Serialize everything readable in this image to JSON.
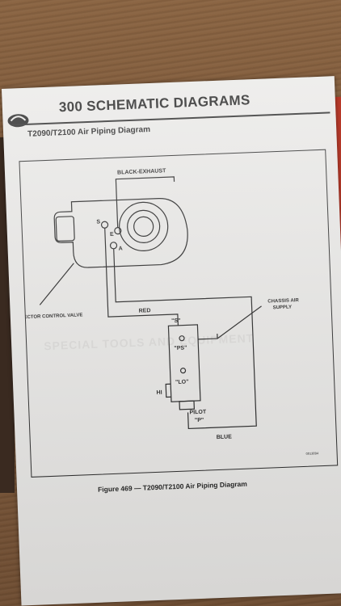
{
  "header": {
    "section_title": "300 SCHEMATIC DIAGRAMS",
    "diagram_title": "T2090/T2100 Air Piping Diagram"
  },
  "diagram": {
    "labels": {
      "black_exhaust": "BLACK-EXHAUST",
      "port_s": "S",
      "port_e": "E",
      "port_a": "A",
      "selector_valve": "SELECTOR CONTROL VALVE",
      "red": "RED",
      "s_port": "\"S\"",
      "ps_port": "\"PS\"",
      "lo_port": "\"LO\"",
      "hi": "HI",
      "pilot": "PILOT",
      "p_port": "\"P\"",
      "blue": "BLUE",
      "chassis_air_1": "CHASSIS AIR",
      "chassis_air_2": "SUPPLY",
      "ref_code": "0013094"
    },
    "colors": {
      "ink": "#1c1c1c",
      "paper": "#e9e8e6"
    }
  },
  "caption": {
    "text": "Figure 469 — T2090/T2100 Air Piping Diagram"
  },
  "background_watermark": "SPECIAL TOOLS AND EQUIPMENT"
}
